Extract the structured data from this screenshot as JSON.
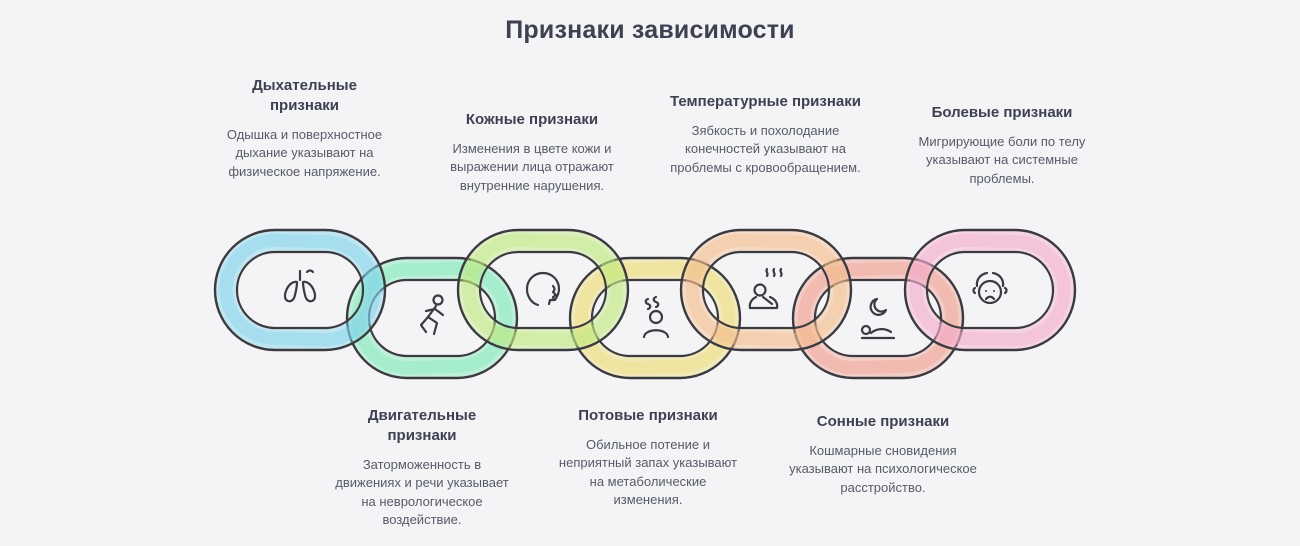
{
  "title": "Признаки зависимости",
  "colors": {
    "background": "#f4f4f6",
    "heading": "#3d4152",
    "body_text": "#565b69",
    "outline": "#3a3a3f"
  },
  "top_items": [
    {
      "heading": "Дыхательные признаки",
      "body": "Одышка и поверхностное дыхание указывают на физическое напряжение."
    },
    {
      "heading": "Кожные признаки",
      "body": "Изменения в цвете кожи и выражении лица отражают внутренние нарушения."
    },
    {
      "heading": "Температурные признаки",
      "body": "Зябкость и похолодание конечностей указывают на проблемы с кровообращением."
    },
    {
      "heading": "Болевые признаки",
      "body": "Мигрирующие боли по телу указывают на системные проблемы."
    }
  ],
  "bottom_items": [
    {
      "heading": "Двигательные признаки",
      "body": "Заторможенность в движениях и речи указывает на неврологическое воздействие."
    },
    {
      "heading": "Потовые признаки",
      "body": "Обильное потение и неприятный запах указывают на метаболические изменения."
    },
    {
      "heading": "Сонные признаки",
      "body": "Кошмарные сновидения указывают на психологическое расстройство."
    }
  ],
  "chain": {
    "links": [
      {
        "icon": "lungs-icon",
        "color": "#7fd3ec",
        "sign": "Дыхательные признаки"
      },
      {
        "icon": "running-person-icon",
        "color": "#7de9b8",
        "sign": "Двигательные признаки"
      },
      {
        "icon": "face-profile-icon",
        "color": "#bfe97f",
        "sign": "Кожные признаки"
      },
      {
        "icon": "sweating-person-icon",
        "color": "#eedc76",
        "sign": "Потовые признаки"
      },
      {
        "icon": "heat-waves-person-icon",
        "color": "#f4bd8d",
        "sign": "Температурные признаки"
      },
      {
        "icon": "moon-sleep-icon",
        "color": "#f09e8f",
        "sign": "Сонные признаки"
      },
      {
        "icon": "headache-person-icon",
        "color": "#f4accc",
        "sign": "Болевые признаки"
      }
    ]
  }
}
